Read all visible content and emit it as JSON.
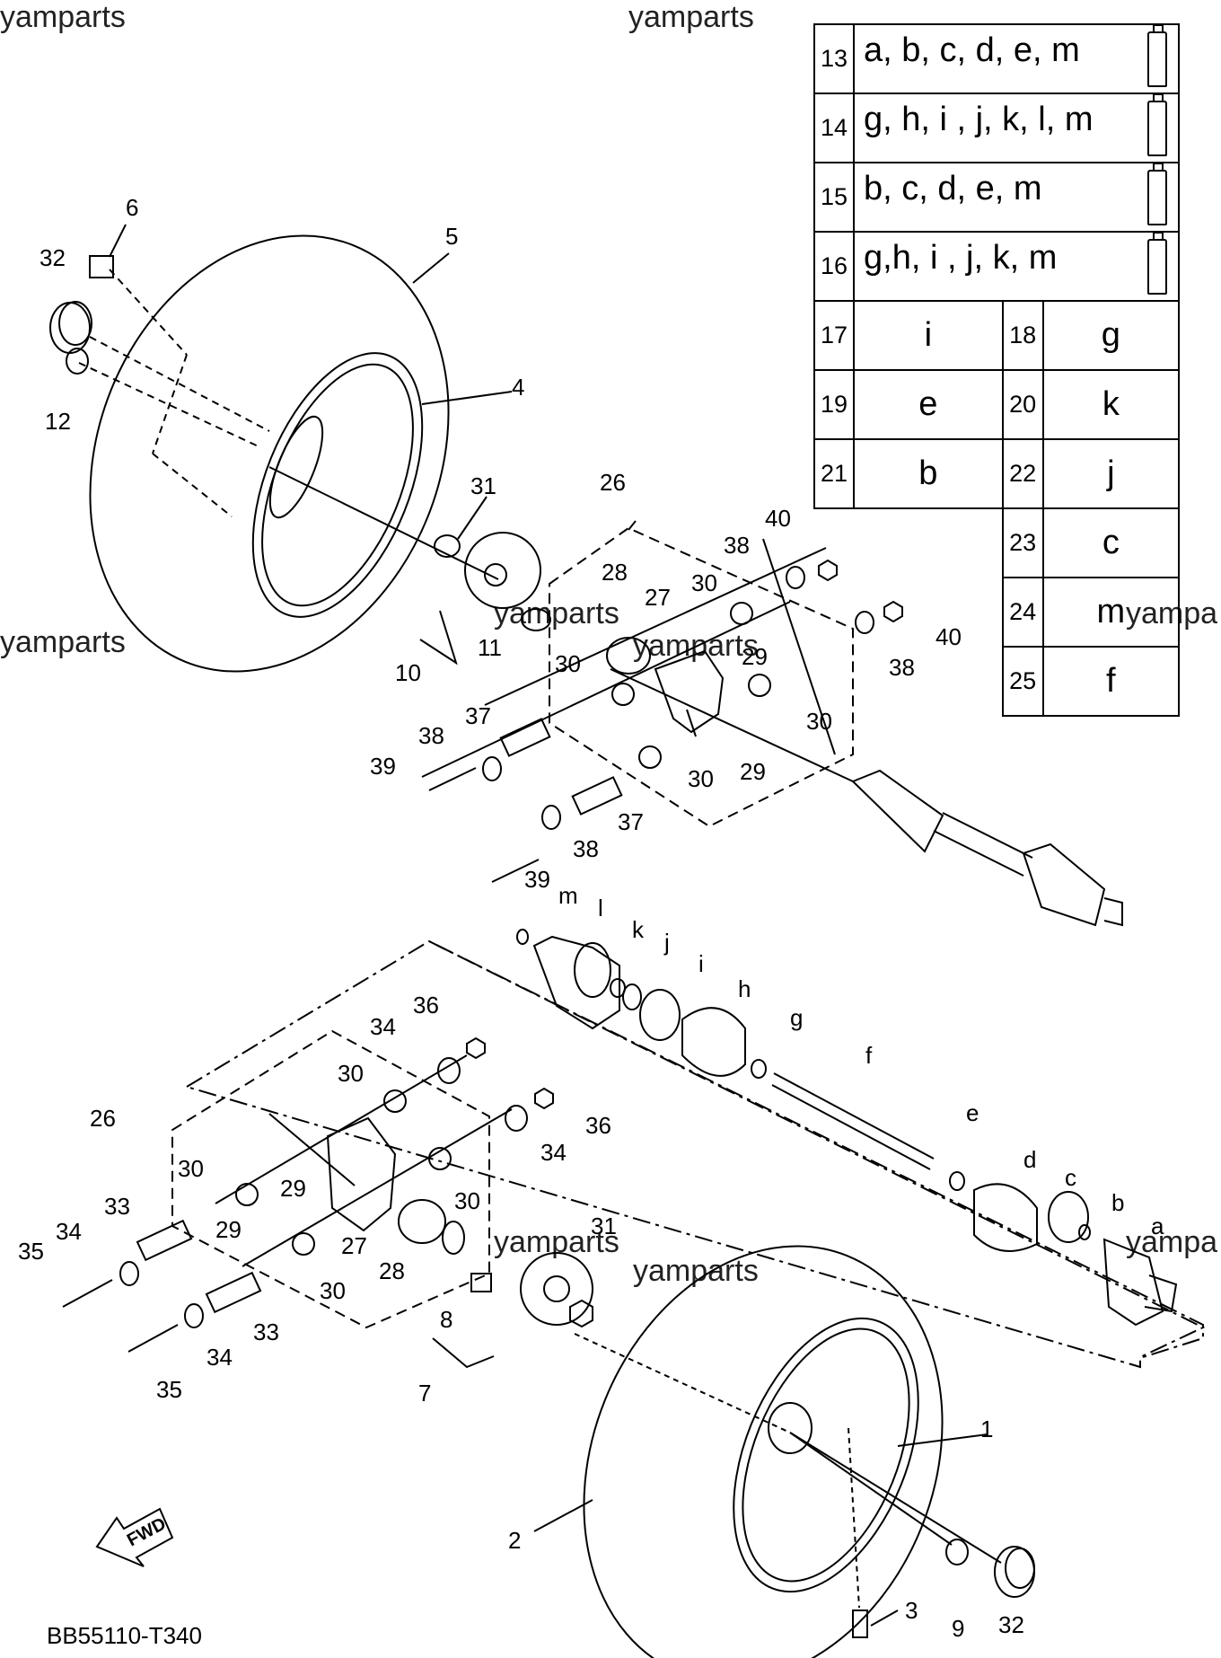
{
  "watermarks": [
    "yamparts",
    "yamparts",
    "yamparts",
    "yampa",
    "yamparts",
    "yamparts",
    "yamparts",
    "yamparts",
    "yampa"
  ],
  "diagram_code": "BB55110-T340",
  "fwd_label": "FWD",
  "legend_rows": [
    {
      "num": "13",
      "value": "a, b, c, d, e, m",
      "grease": "grease-tube-icon"
    },
    {
      "num": "14",
      "value": "g, h, i , j, k, l, m",
      "grease": "grease-tube-icon"
    },
    {
      "num": "15",
      "value": "b, c, d, e, m",
      "grease": "grease-tube-icon"
    },
    {
      "num": "16",
      "value": "g,h, i , j, k, m",
      "grease": "grease-tube-icon"
    }
  ],
  "legend_pairs": [
    {
      "left_num": "17",
      "left_val": "i",
      "right_num": "18",
      "right_val": "g"
    },
    {
      "left_num": "19",
      "left_val": "e",
      "right_num": "20",
      "right_val": "k"
    },
    {
      "left_num": "21",
      "left_val": "b",
      "right_num": "22",
      "right_val": "j"
    },
    {
      "left_num": "",
      "left_val": "",
      "right_num": "23",
      "right_val": "c"
    },
    {
      "left_num": "",
      "left_val": "",
      "right_num": "24",
      "right_val": "m"
    },
    {
      "left_num": "",
      "left_val": "",
      "right_num": "25",
      "right_val": "f"
    }
  ],
  "callouts": {
    "c1": "1",
    "c2": "2",
    "c3": "3",
    "c4": "4",
    "c5": "5",
    "c6": "6",
    "c7": "7",
    "c8": "8",
    "c9": "9",
    "c10": "10",
    "c11": "11",
    "c12": "12",
    "c26a": "26",
    "c26b": "26",
    "c27a": "27",
    "c27b": "27",
    "c28a": "28",
    "c28b": "28",
    "c29a": "29",
    "c29b": "29",
    "c29c": "29",
    "c29d": "29",
    "c30a": "30",
    "c30b": "30",
    "c30c": "30",
    "c30d": "30",
    "c30e": "30",
    "c30f": "30",
    "c30g": "30",
    "c30h": "30",
    "c31a": "31",
    "c31b": "31",
    "c32a": "32",
    "c32b": "32",
    "c33a": "33",
    "c33b": "33",
    "c34a": "34",
    "c34b": "34",
    "c34c": "34",
    "c34d": "34",
    "c35a": "35",
    "c35b": "35",
    "c36a": "36",
    "c36b": "36",
    "c37a": "37",
    "c37b": "37",
    "c38a": "38",
    "c38b": "38",
    "c38c": "38",
    "c38d": "38",
    "c39a": "39",
    "c39b": "39",
    "c40a": "40",
    "c40b": "40",
    "la": "a",
    "lb": "b",
    "lc": "c",
    "ld": "d",
    "le": "e",
    "lf": "f",
    "lg": "g",
    "lh": "h",
    "li": "i",
    "lj": "j",
    "lk": "k",
    "ll": "l",
    "lm": "m"
  }
}
